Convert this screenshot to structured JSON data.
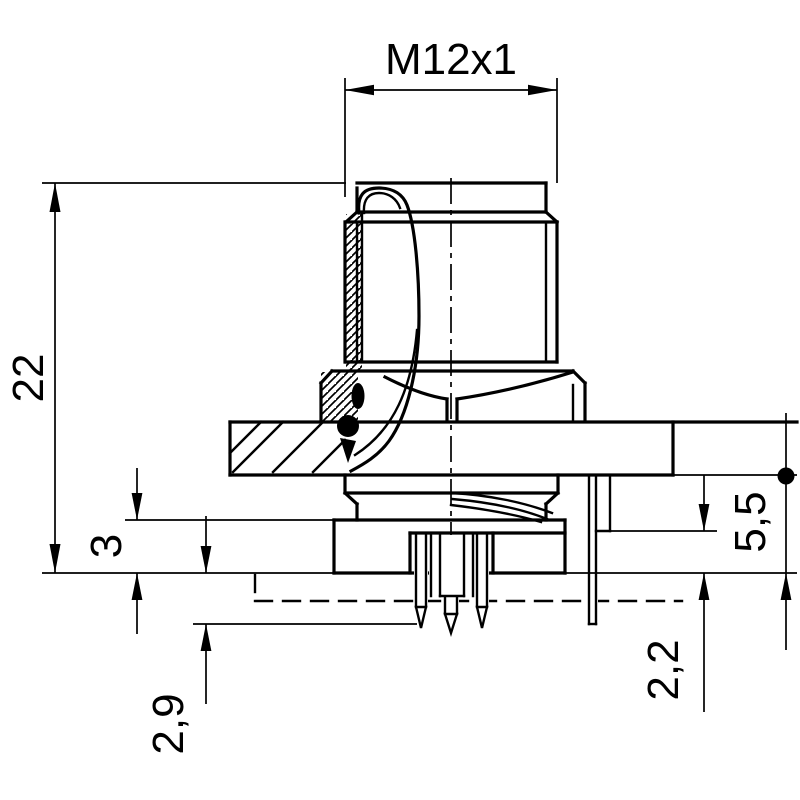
{
  "drawing": {
    "background_color": "#ffffff",
    "line_color": "#000000",
    "dimensions": {
      "thread": "M12x1",
      "overall_height": "22",
      "flange_thickness": "3",
      "pin_length": "2,9",
      "rear_depth": "5,5",
      "tab_step": "2,2"
    }
  }
}
